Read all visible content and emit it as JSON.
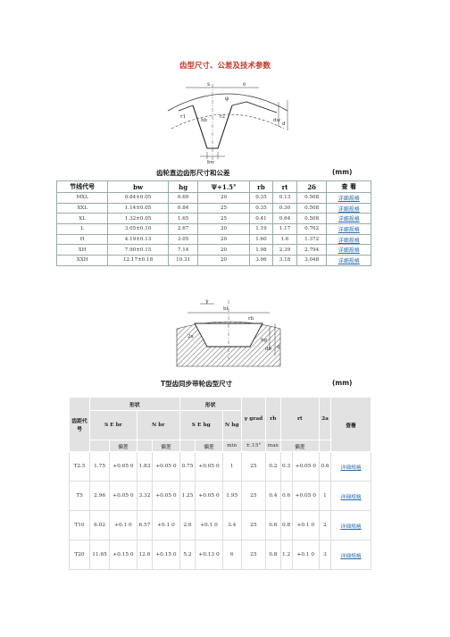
{
  "page_title": "齿型尺寸、公差及技术参数",
  "fig1": {
    "labels": {
      "s": "s",
      "e": "e",
      "phi": "φ",
      "r1": "r1",
      "r2": "r2",
      "hb": "hb",
      "dw": "dw",
      "d": "d",
      "bw": "bw"
    }
  },
  "table1": {
    "caption": "齿轮直边齿形尺寸和公差",
    "unit": "(mm)",
    "headers": [
      "节线代号",
      "bw",
      "hg",
      "Ψ+1.5°",
      "rb",
      "rt",
      "2δ",
      "查 看"
    ],
    "rows": [
      [
        "MXL",
        "0.84±0.05",
        "0.69",
        "20",
        "0.35",
        "0.13",
        "0.508",
        "详细规格"
      ],
      [
        "XXL",
        "1.14±0.05",
        "0.84",
        "25",
        "0.35",
        "0.30",
        "0.508",
        "详细规格"
      ],
      [
        "XL",
        "1.32±0.05",
        "1.65",
        "25",
        "0.41",
        "0.64",
        "0.508",
        "详细规格"
      ],
      [
        "L",
        "3.05±0.10",
        "2.67",
        "20",
        "1.19",
        "1.17",
        "0.762",
        "详细规格"
      ],
      [
        "H",
        "4.19±0.13",
        "3.05",
        "20",
        "1.60",
        "1.6",
        "1.372",
        "详细规格"
      ],
      [
        "XH",
        "7.90±0.15",
        "7.14",
        "20",
        "1.98",
        "2.39",
        "2.794",
        "详细规格"
      ],
      [
        "XXH",
        "12.17±0.18",
        "10.31",
        "20",
        "3.96",
        "3.18",
        "3.048",
        "详细规格"
      ]
    ]
  },
  "fig2": {
    "labels": {
      "gamma": "γ",
      "bt": "bt",
      "rb": "rb",
      "hg": "hg",
      "d0": "d0",
      "d": "d",
      "two_a": "2a"
    }
  },
  "table2": {
    "caption": "T型齿同步带轮齿型尺寸",
    "unit": "(mm)",
    "h_code": "齿距代号",
    "h_shape1": "形状",
    "h_shape2": "形状",
    "h_se_br": "S E br",
    "h_n_br": "N br",
    "h_se_hg": "S E hg",
    "h_n_hg": "N hg",
    "h_gamma": "γ grad",
    "h_rb": "rb",
    "h_rt": "rt",
    "h_2a": "2a",
    "h_view": "查看",
    "sub_dev1": "偏差",
    "sub_dev2": "偏差",
    "sub_dev3": "偏差",
    "sub_min": "min",
    "sub_pm": "±.15°",
    "sub_max": "max",
    "sub_dev4": "偏差",
    "rows": [
      {
        "code": "T2.5",
        "se_br": "1.75",
        "se_br_dev": "+0.05 0",
        "n_br": "1.83",
        "n_br_dev": "+0.05 0",
        "se_hg": "0.75",
        "se_hg_dev": "+0.05 0",
        "n_hg": "1",
        "gamma": "25",
        "rb": "0.2",
        "rt": "0.3",
        "rt_dev": "+0.05 0",
        "two_a": "0.6",
        "link": "详细规格"
      },
      {
        "code": "T5",
        "se_br": "2.96",
        "se_br_dev": "+0.05 0",
        "n_br": "3.32",
        "n_br_dev": "+0.05 0",
        "se_hg": "1.25",
        "se_hg_dev": "+0.05 0",
        "n_hg": "1.95",
        "gamma": "25",
        "rb": "0.4",
        "rt": "0.6",
        "rt_dev": "+0.05 0",
        "two_a": "1",
        "link": "详细规格"
      },
      {
        "code": "T10",
        "se_br": "6.02",
        "se_br_dev": "+0.1 0",
        "n_br": "6.57",
        "n_br_dev": "+0.1 0",
        "se_hg": "2.6",
        "se_hg_dev": "+0.1 0",
        "n_hg": "3.4",
        "gamma": "25",
        "rb": "0.6",
        "rt": "0.8",
        "rt_dev": "+0.1 0",
        "two_a": "2",
        "link": "详细规格"
      },
      {
        "code": "T20",
        "se_br": "11.65",
        "se_br_dev": "+0.15 0",
        "n_br": "12.6",
        "n_br_dev": "+0.15 0",
        "se_hg": "5.2",
        "se_hg_dev": "+0.13 0",
        "n_hg": "6",
        "gamma": "25",
        "rb": "0.8",
        "rt": "1.2",
        "rt_dev": "+0.1 0",
        "two_a": "3",
        "link": "详细规格"
      }
    ]
  }
}
